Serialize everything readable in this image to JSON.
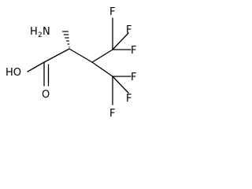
{
  "molecule": {
    "atoms": {
      "amine_n": "N",
      "amine_h": "H",
      "amine_count": "2",
      "hydroxyl": "HO",
      "carbonyl_o": "O",
      "f_top_1": "F",
      "f_top_2": "F",
      "f_top_3": "F",
      "f_bottom_1": "F",
      "f_bottom_2": "F",
      "f_bottom_3": "F"
    }
  }
}
